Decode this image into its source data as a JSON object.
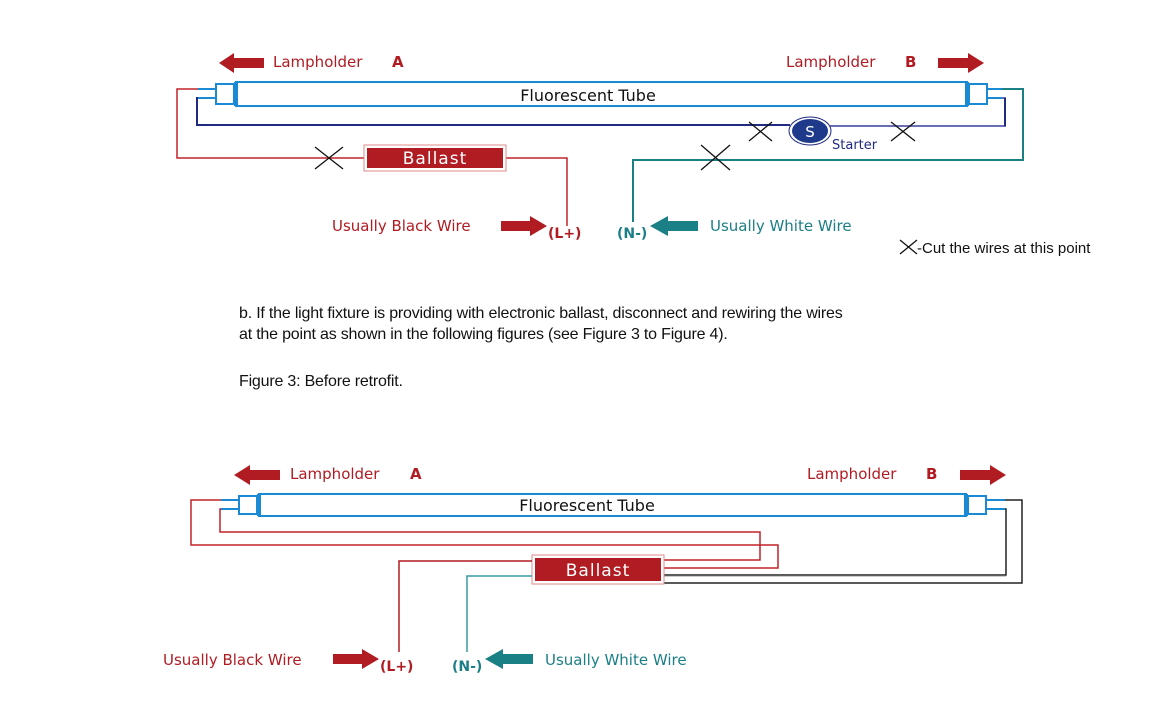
{
  "document": {
    "paragraph_line1": "b. If the light fixture is providing with electronic ballast, disconnect and rewiring the wires",
    "paragraph_line2": "at the point as shown in the following figures (see Figure 3 to Figure 4).",
    "figure3_caption": "Figure 3:  Before retrofit."
  },
  "diagram_top": {
    "lampholder_a": "Lampholder",
    "lampholder_a_letter": "A",
    "lampholder_b": "Lampholder",
    "lampholder_b_letter": "B",
    "tube_label": "Fluorescent Tube",
    "ballast_label": "Ballast",
    "starter_symbol": "S",
    "starter_label": "Starter",
    "black_wire_label": "Usually Black Wire",
    "white_wire_label": "Usually White Wire",
    "line_terminal": "(L+)",
    "neutral_terminal": "(N-)",
    "cut_legend": "-Cut the wires at this point"
  },
  "diagram_bottom": {
    "lampholder_a": "Lampholder",
    "lampholder_a_letter": "A",
    "lampholder_b": "Lampholder",
    "lampholder_b_letter": "B",
    "tube_label": "Fluorescent Tube",
    "ballast_label": "Ballast",
    "black_wire_label": "Usually Black Wire",
    "white_wire_label": "Usually White Wire",
    "line_terminal": "(L+)",
    "neutral_terminal": "(N-)"
  },
  "colors": {
    "red": "#b01c22",
    "teal": "#1b7f86",
    "tube_blue": "#1a8ad4",
    "navy": "#1f2a80"
  }
}
